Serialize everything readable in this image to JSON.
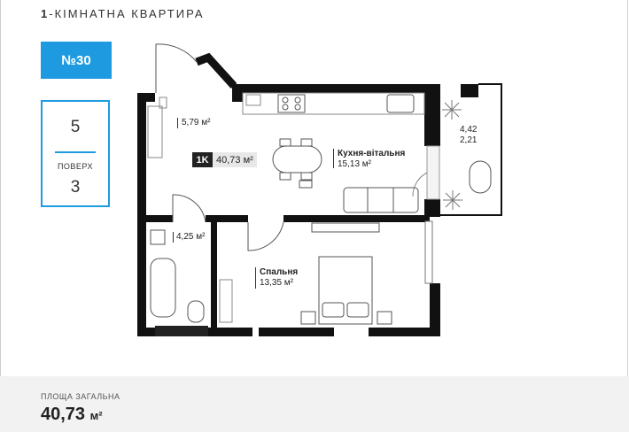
{
  "header": {
    "rooms_number": "1",
    "title_rest": "-КІМНАТНА КВАРТИРА"
  },
  "apartment": {
    "number_label": "№30"
  },
  "floor": {
    "current": "5",
    "label": "ПОВЕРХ",
    "total": "3"
  },
  "plan": {
    "badge": "1K",
    "total_area": "40,73 м²",
    "rooms": [
      {
        "area": "5,79 м²"
      },
      {
        "name": "Кухня-вітальня",
        "area": "15,13 м²"
      },
      {
        "area": "4,25 м²"
      },
      {
        "name": "Спальня",
        "area": "13,35 м²"
      }
    ],
    "balcony": {
      "area": "4,42",
      "area2": "2,21"
    }
  },
  "footer": {
    "label": "ПЛОЩА ЗАГАЛЬНА",
    "value": "40,73",
    "unit": "м²"
  }
}
